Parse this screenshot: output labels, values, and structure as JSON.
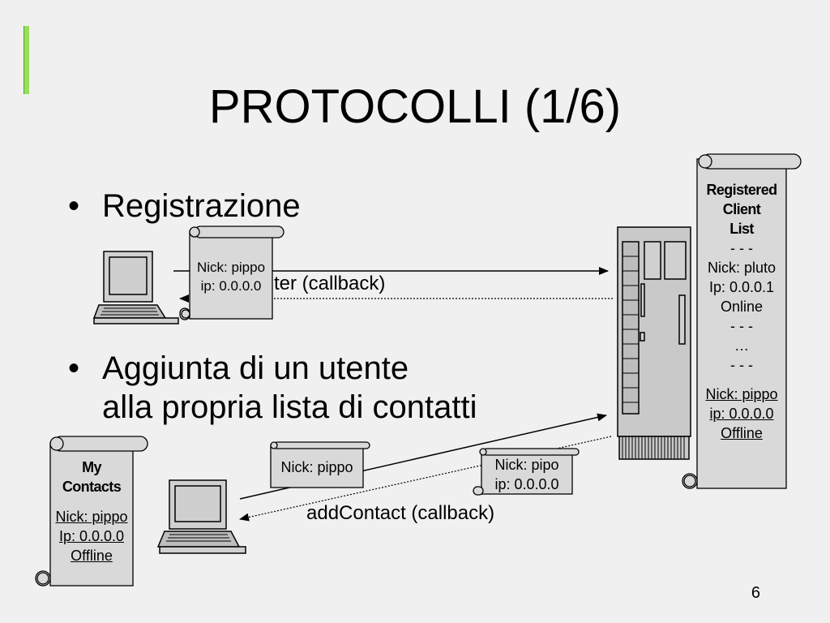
{
  "slide": {
    "title": "PROTOCOLLI (1/6)",
    "page_number": "6"
  },
  "bullets": [
    {
      "marker": "•",
      "lines": [
        "Registrazione"
      ]
    },
    {
      "marker": "•",
      "lines": [
        "Aggiunta di un utente",
        "alla propria lista di contatti"
      ]
    }
  ],
  "registration_message": {
    "lines": [
      "Nick: pippo",
      "ip: 0.0.0.0"
    ]
  },
  "register_reply_label": "ter (callback)",
  "registered_list": {
    "title_lines": [
      "Registered",
      "Client",
      "List"
    ],
    "separator": "- - -",
    "entry1": [
      "Nick: pluto",
      "Ip: 0.0.0.1",
      "Online"
    ],
    "ellipsis": "…",
    "entry2": [
      "Nick: pippo",
      "ip: 0.0.0.0",
      "Offline"
    ]
  },
  "add_contact_request": {
    "lines": [
      "Nick: pippo"
    ]
  },
  "add_contact_response": {
    "lines": [
      "Nick: pipo",
      "ip: 0.0.0.0"
    ]
  },
  "add_contact_label": "addContact (callback)",
  "my_contacts": {
    "title_lines": [
      "My",
      "Contacts"
    ],
    "entry": [
      "Nick: pippo",
      "Ip: 0.0.0.0",
      "Offline"
    ]
  },
  "colors": {
    "background": "#f0f0f0",
    "scroll_fill": "#d9d9d9",
    "accent": "#99e05a"
  }
}
